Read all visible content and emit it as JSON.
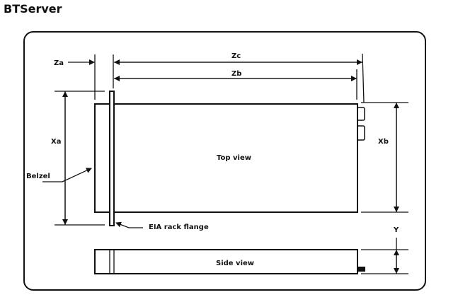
{
  "title": "BTServer",
  "labels": {
    "za": "Za",
    "zb": "Zb",
    "zc": "Zc",
    "xa": "Xa",
    "xb": "Xb",
    "y": "Y",
    "bezel": "Belzel",
    "flange": "EIA rack flange",
    "top_view": "Top view",
    "side_view": "Side view"
  }
}
